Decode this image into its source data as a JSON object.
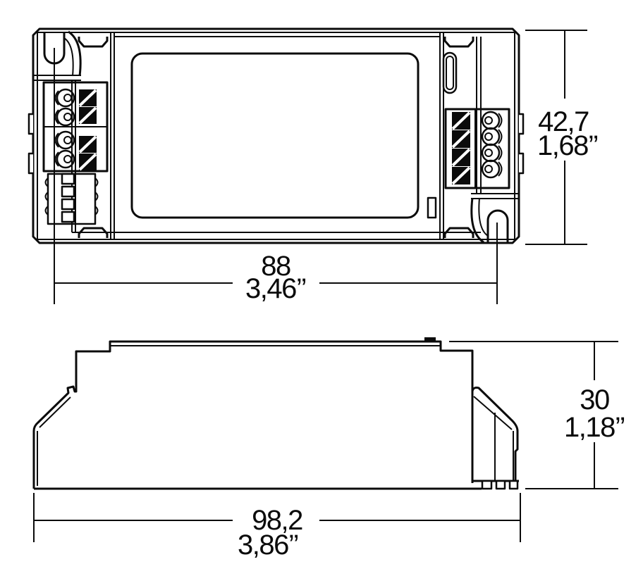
{
  "drawing": {
    "type": "technical-dimension-drawing",
    "views": {
      "top_view": "device top view with terminal blocks and mounting keyholes",
      "side_view": "device side profile view"
    },
    "colors": {
      "ink": "#0b0b0b",
      "background": "#ffffff"
    }
  },
  "dimensions": {
    "mounting_distance": {
      "mm": "88",
      "inch": "3,46’’"
    },
    "body_width": {
      "mm": "42,7",
      "inch": "1,68’’"
    },
    "body_length": {
      "mm": "98,2",
      "inch": "3,86’’"
    },
    "body_height": {
      "mm": "30",
      "inch": "1,18’’"
    }
  }
}
